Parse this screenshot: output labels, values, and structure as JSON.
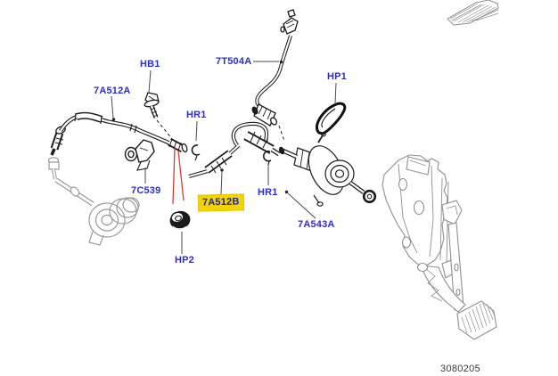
{
  "diagram": {
    "type": "parts-diagram",
    "drawing_number": "3080205",
    "colors": {
      "background": "#ffffff",
      "label_text": "#2e2ebe",
      "highlight": "#f0d408",
      "callout_line": "#d93a3a",
      "primary_line": "#1c1c1c",
      "secondary_line": "#9b9b9b"
    },
    "labels": {
      "hose": "7A512A",
      "bolt": "HB1",
      "tube": "7T504A",
      "gasket": "HP1",
      "retainer_top": "HR1",
      "bracket": "7C539",
      "highlighted_pipe": "7A512B",
      "retainer_right": "HR1",
      "master_cylinder": "7A543A",
      "grommet": "HP2"
    }
  }
}
